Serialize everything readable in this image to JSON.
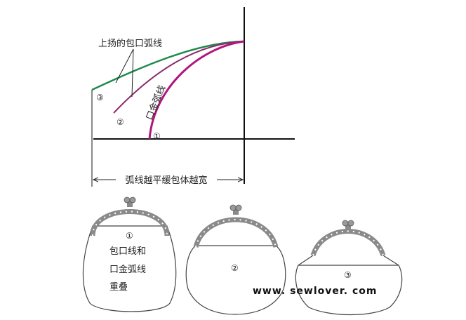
{
  "diagram": {
    "curve_label": "上扬的包口弧线",
    "frame_curve_label": "口金弧线",
    "width_note": "弧线越平缓包体越宽",
    "markers": [
      "①",
      "②",
      "③"
    ],
    "colors": {
      "curve_1": "#b0167e",
      "curve_2": "#8e2a6c",
      "curve_3": "#1d8a4e",
      "axes": "#111111"
    }
  },
  "bags": [
    {
      "marker": "①",
      "caption_lines": [
        "包口线和",
        "口金弧线",
        "重叠"
      ]
    },
    {
      "marker": "②"
    },
    {
      "marker": "③"
    }
  ],
  "watermark": "www. sewlover. com"
}
